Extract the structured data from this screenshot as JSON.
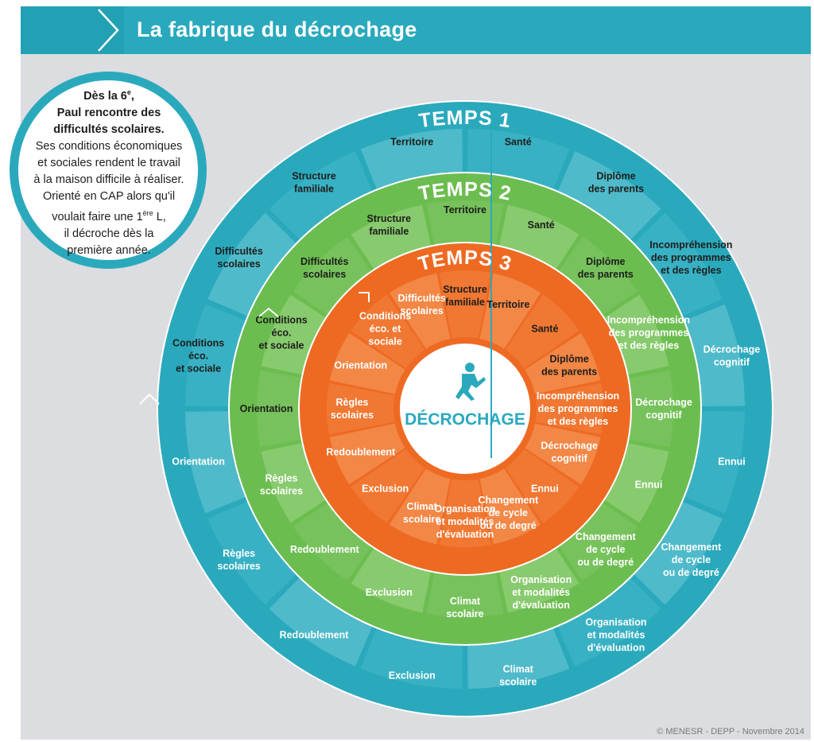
{
  "header": {
    "title": "La fabrique du décrochage"
  },
  "intro": {
    "line1_a": "Dès la 6",
    "line1_sup": "e",
    "line1_b": ",",
    "line2": "Paul rencontre des",
    "line3": "difficultés scolaires.",
    "line4": "Ses conditions économiques",
    "line5": "et sociales rendent le travail",
    "line6": "à la maison difficile à réaliser.",
    "line7": "Orienté en CAP alors qu'il",
    "line8_a": "voulait faire une 1",
    "line8_sup": "ère",
    "line8_b": " L,",
    "line9": "il décroche dès la",
    "line10": "première année."
  },
  "center": {
    "label": "DÉCROCHAGE"
  },
  "rings": {
    "temps1": {
      "title": "TEMPS 1",
      "segments": [
        "Santé",
        "Diplôme\ndes parents",
        "Incompréhension\ndes programmes\net des règles",
        "Décrochage\ncognitif",
        "Ennui",
        "Changement\nde cycle\nou de degré",
        "Organisation\net modalités\nd'évaluation",
        "Climat\nscolaire",
        "Exclusion",
        "Redoublement",
        "Règles\nscolaires",
        "Orientation",
        "Conditions\néco.\net sociale",
        "Difficultés\nscolaires",
        "Structure\nfamiliale",
        "Territoire"
      ]
    },
    "temps2": {
      "title": "TEMPS 2",
      "segments": [
        "Territoire",
        "Santé",
        "Diplôme\ndes parents",
        "Incompréhension\ndes programmes\net des règles",
        "Décrochage\ncognitif",
        "Ennui",
        "Changement\nde cycle\nou de degré",
        "Organisation\net modalités\nd'évaluation",
        "Climat\nscolaire",
        "Exclusion",
        "Redoublement",
        "Règles\nscolaires",
        "Orientation",
        "Conditions\néco.\net sociale",
        "Difficultés\nscolaires",
        "Structure\nfamiliale"
      ]
    },
    "temps3": {
      "title": "TEMPS 3",
      "segments": [
        "Structure\nfamiliale",
        "Territoire",
        "Santé",
        "Diplôme\ndes parents",
        "Incompréhension\ndes programmes\net des règles",
        "Décrochage\ncognitif",
        "Ennui",
        "Changement\nde cycle\nou de degré",
        "Organisation\net modalités\nd'évaluation",
        "Climat\nscolaire",
        "Exclusion",
        "Redoublement",
        "Règles\nscolaires",
        "Orientation",
        "Conditions\néco. et\nsociale",
        "Difficultés\nscolaires"
      ]
    }
  },
  "colors": {
    "blue_ring": "#2aa9bd",
    "green_ring": "#6cbd4f",
    "orange_ring": "#ee6a22",
    "label_dark": "#1d1d1b",
    "label_light": "#ffffff"
  },
  "icons": {
    "center": "climbing-person-icon"
  },
  "footer": {
    "copyright": "© MENESR - DEPP - Novembre 2014"
  }
}
